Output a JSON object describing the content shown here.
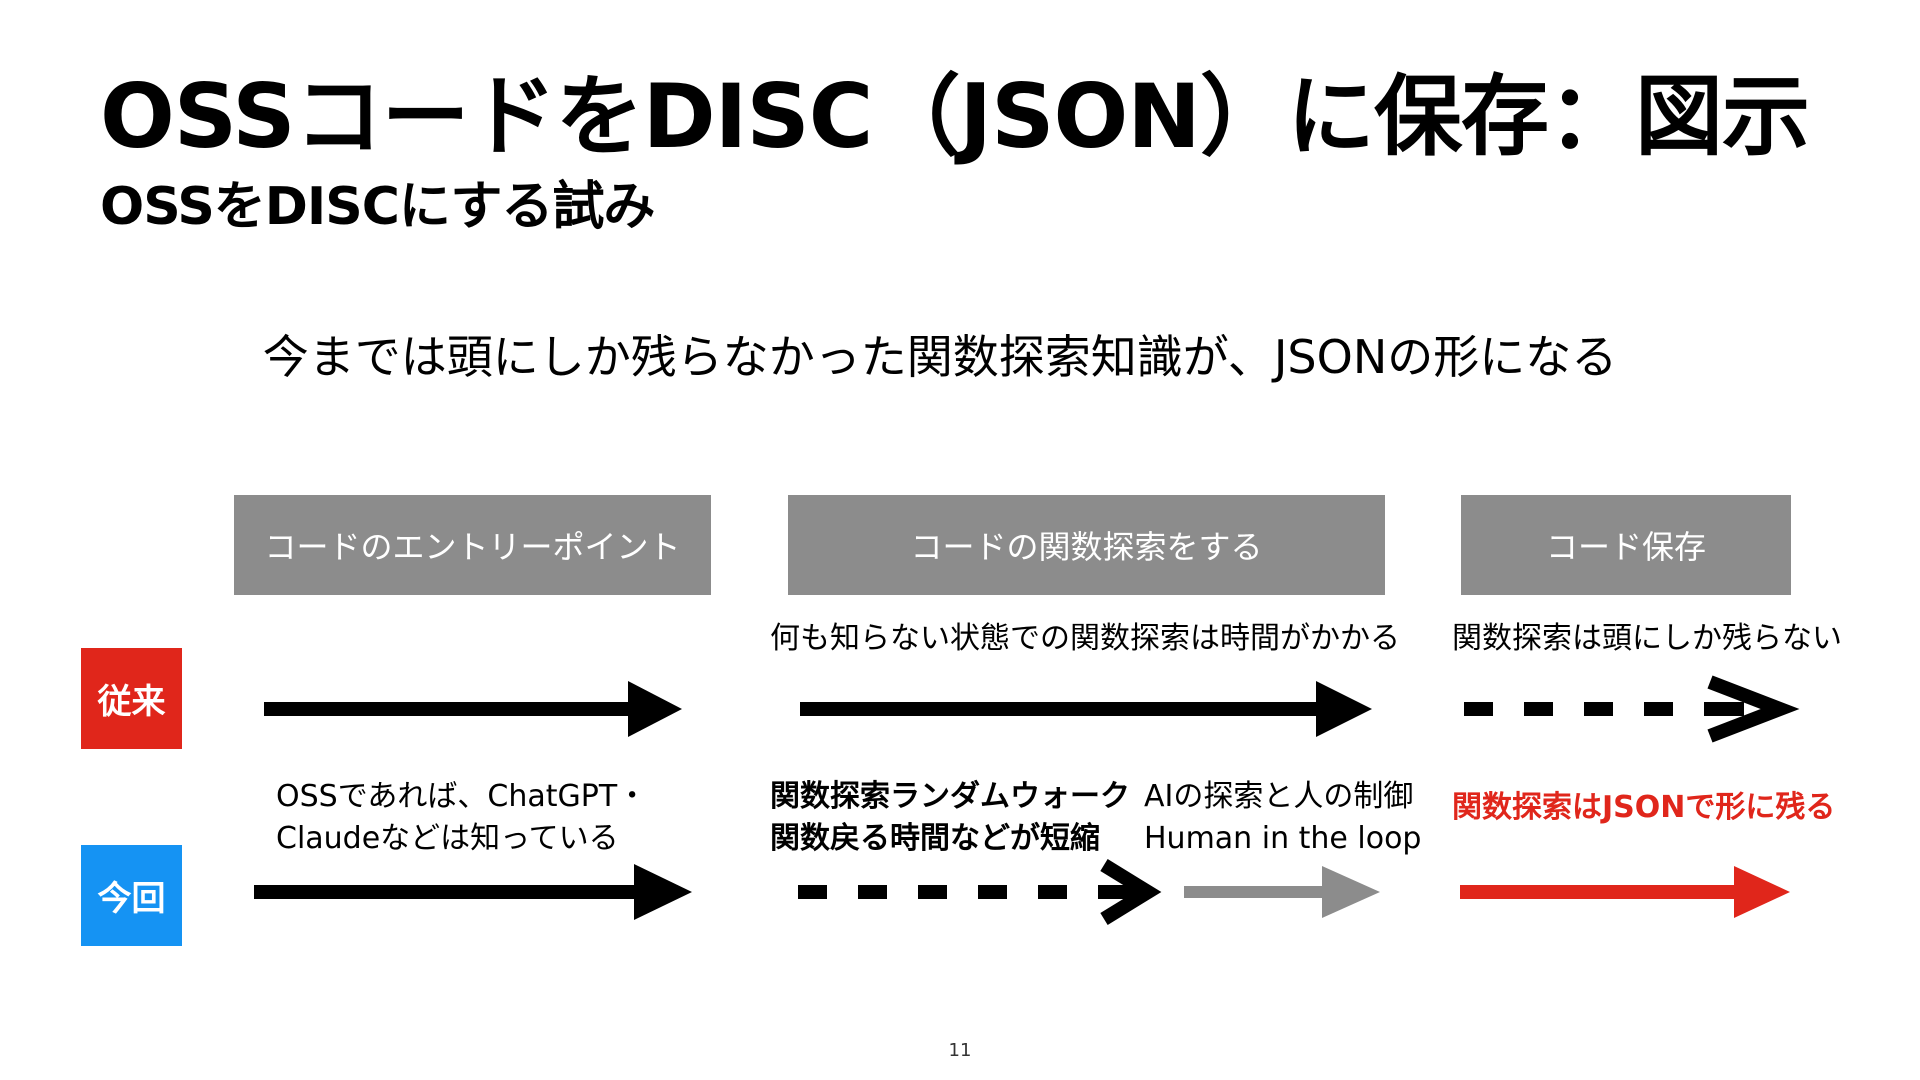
{
  "title": "OSSコードをDISC（JSON）に保存：図示",
  "subtitle": "OSSをDISCにする試み",
  "lead": "今までは頭にしか残らなかった関数探索知識が、JSONの形になる",
  "stages": [
    "コードのエントリーポイント",
    "コードの関数探索をする",
    "コード保存"
  ],
  "rows": {
    "past": {
      "label": "従来",
      "notes": {
        "stage2": "何も知らない状態での関数探索は時間がかかる",
        "stage3": "関数探索は頭にしか残らない"
      }
    },
    "now": {
      "label": "今回",
      "notes": {
        "stage1_line1": "OSSであれば、ChatGPT・",
        "stage1_line2": "Claudeなどは知っている",
        "stage2a_line1": "関数探索ランダムウォーク",
        "stage2a_line2": "関数戻る時間などが短縮",
        "stage2b_line1": "AIの探索と人の制御",
        "stage2b_line2": "Human in the loop",
        "stage3": "関数探索はJSONで形に残る"
      }
    }
  },
  "colors": {
    "past_label": "#e0261b",
    "now_label": "#1593f3",
    "stage_box": "#8c8c8c",
    "arrow_black": "#000000",
    "arrow_gray": "#8c8c8c",
    "arrow_red": "#e0261b"
  },
  "page_number": "11"
}
